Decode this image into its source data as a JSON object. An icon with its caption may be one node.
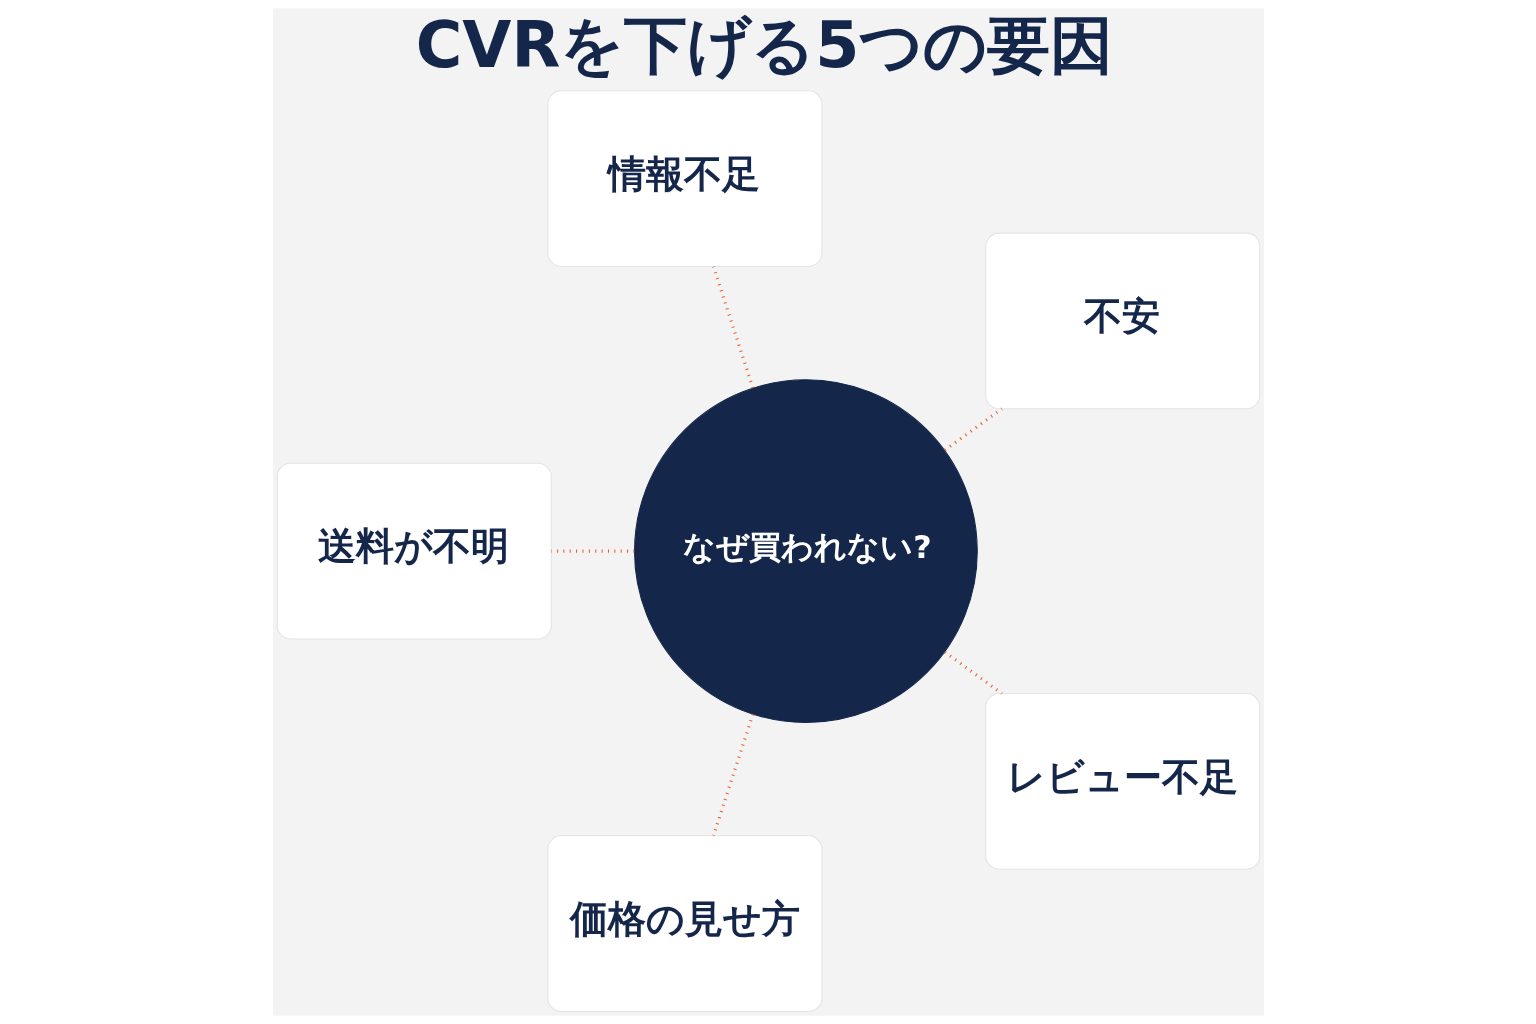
{
  "diagram": {
    "title": "CVRを下げる5つの要因",
    "nodes": [
      {
        "text": [
          "情報不足"
        ]
      },
      {
        "text": [
          "不安"
        ]
      },
      {
        "text": [
          "なぜ買われない?"
        ]
      },
      {
        "text": [
          "送料が不明"
        ]
      },
      {
        "text": [
          "レビュー不足"
        ]
      },
      {
        "text": [
          "価格の見せ方"
        ]
      }
    ],
    "edges": [
      {
        "from": 2,
        "to": 0,
        "arrow": "none",
        "style": "dashed",
        "color": "#e8602c"
      },
      {
        "from": 2,
        "to": 1,
        "arrow": "none",
        "style": "dashed",
        "color": "#e8602c"
      },
      {
        "from": 2,
        "to": 3,
        "arrow": "none",
        "style": "dashed",
        "color": "#e8602c"
      },
      {
        "from": 2,
        "to": 4,
        "arrow": "none",
        "style": "dashed",
        "color": "#e8602c"
      },
      {
        "from": 2,
        "to": 5,
        "arrow": "none",
        "style": "dashed",
        "color": "#e8602c"
      }
    ]
  }
}
